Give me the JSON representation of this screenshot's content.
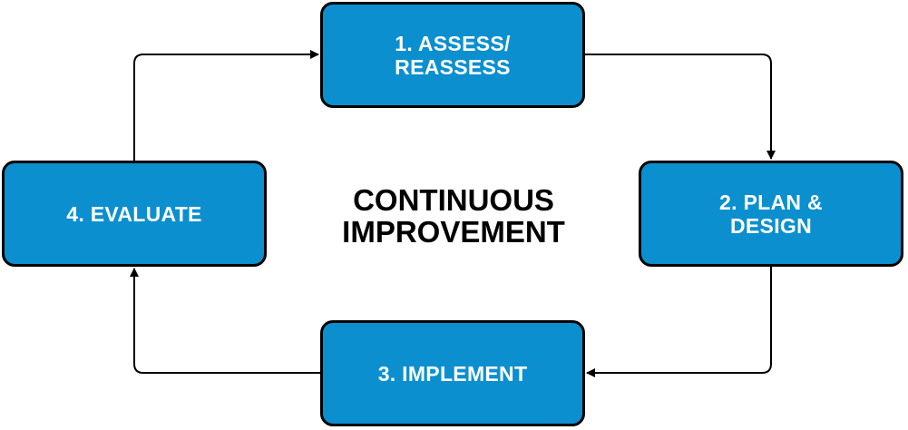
{
  "center_title": "CONTINUOUS\nIMPROVEMENT",
  "steps": [
    {
      "id": "assess",
      "label": "1. ASSESS/\nREASSESS"
    },
    {
      "id": "plan",
      "label": "2. PLAN &\nDESIGN"
    },
    {
      "id": "implement",
      "label": "3. IMPLEMENT"
    },
    {
      "id": "evaluate",
      "label": "4. EVALUATE"
    }
  ],
  "colors": {
    "box_fill": "#0b8fcf",
    "box_border": "#000000",
    "box_text": "#ffffff",
    "arrow": "#000000",
    "title_text": "#000000"
  }
}
